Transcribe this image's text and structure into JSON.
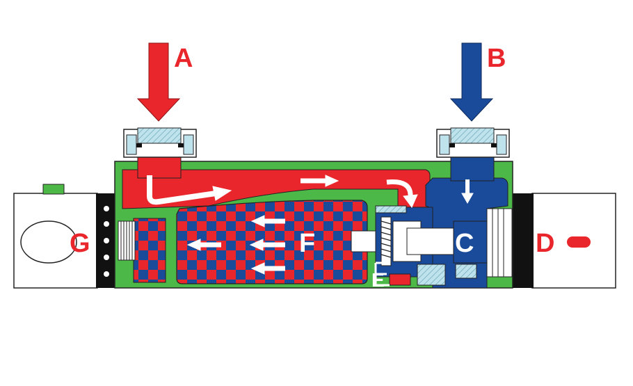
{
  "labels": {
    "a": "A",
    "b": "B",
    "c": "C",
    "d": "D",
    "e": "E",
    "f": "F",
    "g": "G"
  },
  "colors": {
    "hot": "#e8262b",
    "cold": "#1a4a9a",
    "housing": "#4cb848",
    "coupling": "#9fd3e0",
    "white": "#ffffff",
    "black": "#111111"
  }
}
